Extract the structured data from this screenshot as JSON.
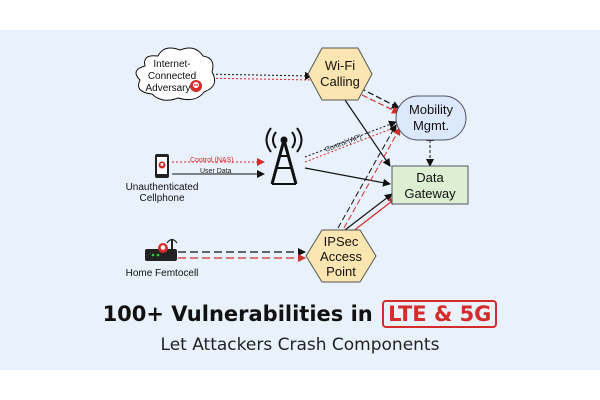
{
  "nodes": {
    "adversary": {
      "lines": [
        "Internet-",
        "Connected",
        "Adversary"
      ]
    },
    "wifi_calling": {
      "lines": [
        "Wi-Fi",
        "Calling"
      ]
    },
    "mobility": {
      "lines": [
        "Mobility",
        "Mgmt."
      ]
    },
    "gateway": {
      "lines": [
        "Data",
        "Gateway"
      ]
    },
    "cellphone": {
      "lines": [
        "Unauthenticated",
        "Cellphone"
      ]
    },
    "femtocell": {
      "label": "Home Femtocell"
    },
    "ipsec": {
      "lines": [
        "IPSec",
        "Access",
        "Point"
      ]
    }
  },
  "edges": {
    "control_nas": "Control (NAS)",
    "user_data": "User Data",
    "control_ap": "Control (AP)"
  },
  "headline": {
    "prefix": "100+ Vulnerabilities in ",
    "highlight": "LTE & 5G",
    "subtitle": "Let Attackers Crash Components"
  },
  "colors": {
    "panel_bg": "#e9f2fa",
    "hexagon_fill": "#fbe5b0",
    "mobility_fill": "#dce8fb",
    "gateway_fill": "#dcefd2",
    "attack_red": "#d42b2b"
  }
}
